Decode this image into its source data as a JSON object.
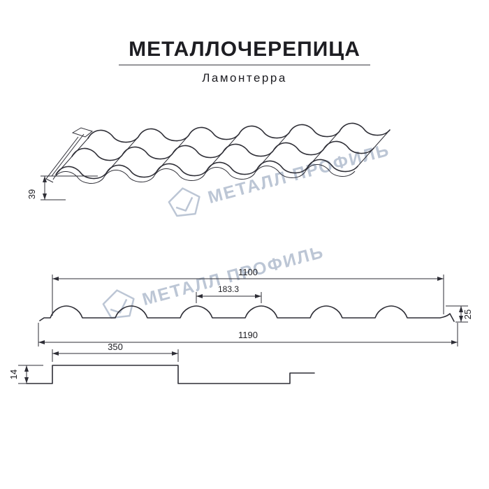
{
  "page": {
    "title": "МЕТАЛЛОЧЕРЕПИЦА",
    "subtitle": "Ламонтерра"
  },
  "watermark": {
    "brand": "МЕТАЛЛ ПРОФИЛЬ",
    "color": "#b9c3d3"
  },
  "drawings": {
    "perspective": {
      "eave_height": "39"
    },
    "profile": {
      "top_width": "1100",
      "wave_pitch": "183.3",
      "height": "25",
      "full_width": "1190"
    },
    "steps": {
      "module_length": "350",
      "step_height": "14"
    }
  },
  "colors": {
    "line": "#2e2e36",
    "dimension_text": "#1d1d22",
    "watermark": "#b9c3d3"
  }
}
